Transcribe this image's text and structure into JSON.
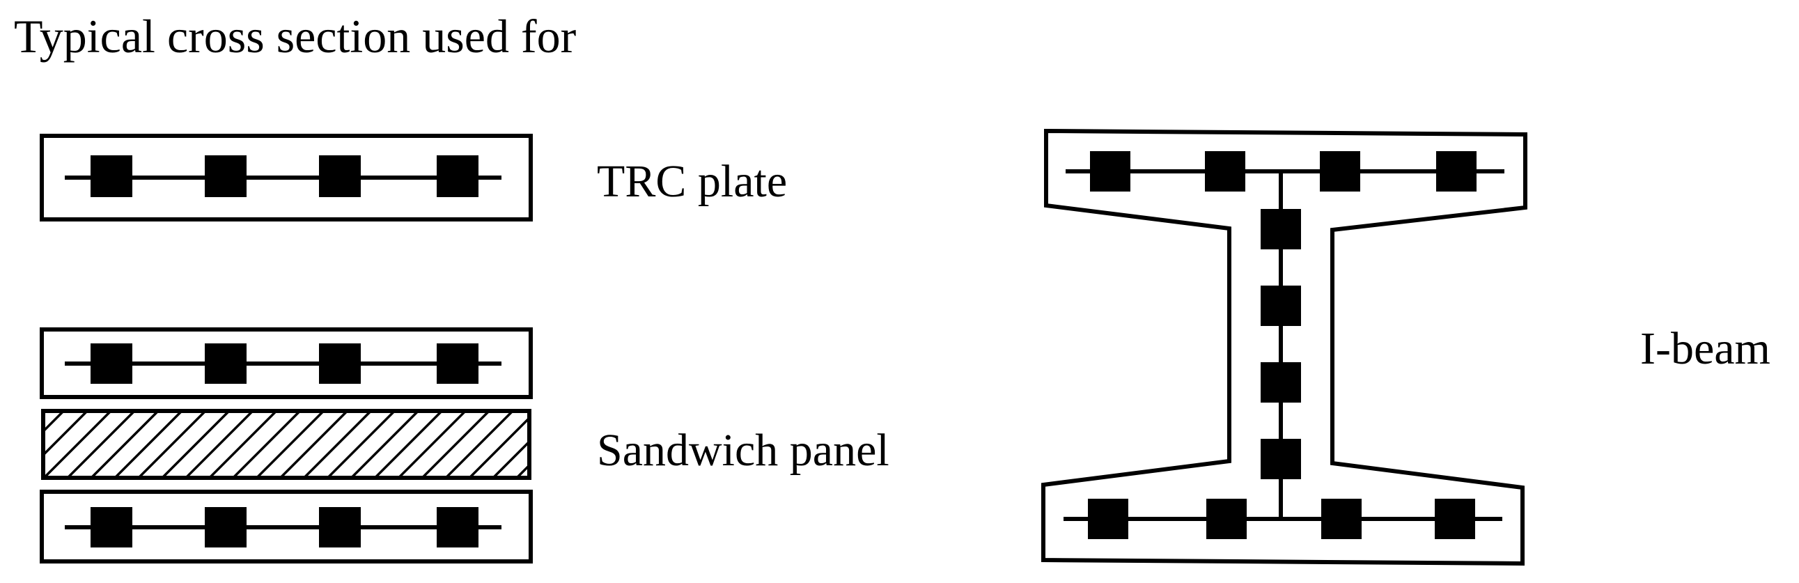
{
  "title": "Typical cross section used for",
  "labels": {
    "trc_plate": "TRC plate",
    "sandwich_panel": "Sandwich panel",
    "i_beam": "I-beam"
  },
  "colors": {
    "stroke": "#000000",
    "fill": "#000000",
    "background": "#ffffff"
  }
}
